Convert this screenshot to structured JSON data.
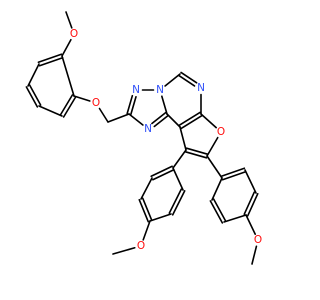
{
  "molecule": {
    "atoms": [
      {
        "id": "o_methoxy_top",
        "symbol": "O",
        "color": "#ff0d0d"
      },
      {
        "id": "o_ether_link",
        "symbol": "O",
        "color": "#ff0d0d"
      },
      {
        "id": "n_triazole_top_left",
        "symbol": "N",
        "color": "#3050f8"
      },
      {
        "id": "n_triazole_top_right",
        "symbol": "N",
        "color": "#3050f8"
      },
      {
        "id": "n_pyrimidine",
        "symbol": "N",
        "color": "#3050f8"
      },
      {
        "id": "n_triazole_bottom",
        "symbol": "N",
        "color": "#3050f8"
      },
      {
        "id": "o_furan",
        "symbol": "O",
        "color": "#ff0d0d"
      },
      {
        "id": "o_methoxy_left",
        "symbol": "O",
        "color": "#ff0d0d"
      },
      {
        "id": "o_methoxy_right",
        "symbol": "O",
        "color": "#ff0d0d"
      }
    ],
    "bond_color": "#000000"
  }
}
